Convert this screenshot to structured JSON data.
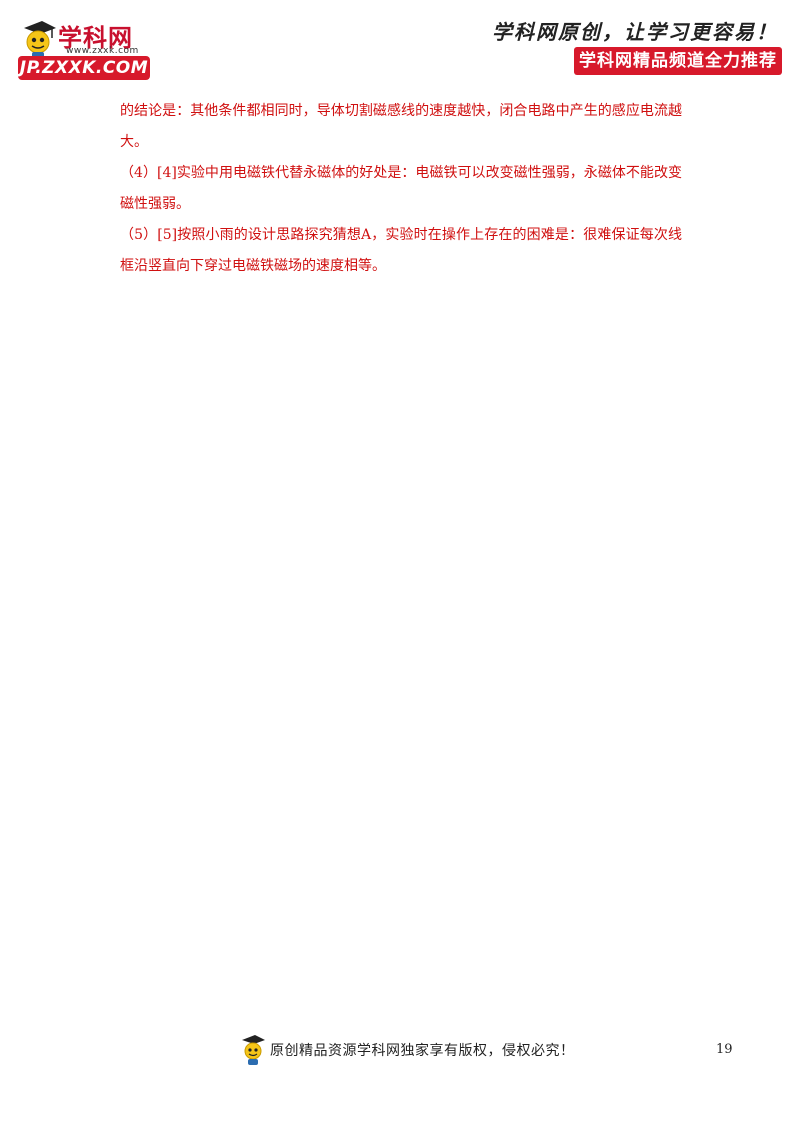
{
  "header": {
    "brand_title": "学科网",
    "brand_url": "www.zxxk.com",
    "badge": "JP.ZXXK.COM",
    "slogan": "学科网原创，让学习更容易！",
    "channel": "学科网精品频道全力推荐"
  },
  "content": {
    "paragraphs": [
      "的结论是：其他条件都相同时，导体切割磁感线的速度越快，闭合电路中产生的感应电流越大。",
      "（4）[4]实验中用电磁铁代替永磁体的好处是：电磁铁可以改变磁性强弱，永磁体不能改变磁性强弱。",
      "（5）[5]按照小雨的设计思路探究猜想A，实验时在操作上存在的困难是：很难保证每次线框沿竖直向下穿过电磁铁磁场的速度相等。"
    ]
  },
  "footer": {
    "copyright": "原创精品资源学科网独家享有版权，侵权必究！",
    "page_number": "19"
  },
  "colors": {
    "brand_red": "#d7192b",
    "answer_text": "#d01010"
  }
}
